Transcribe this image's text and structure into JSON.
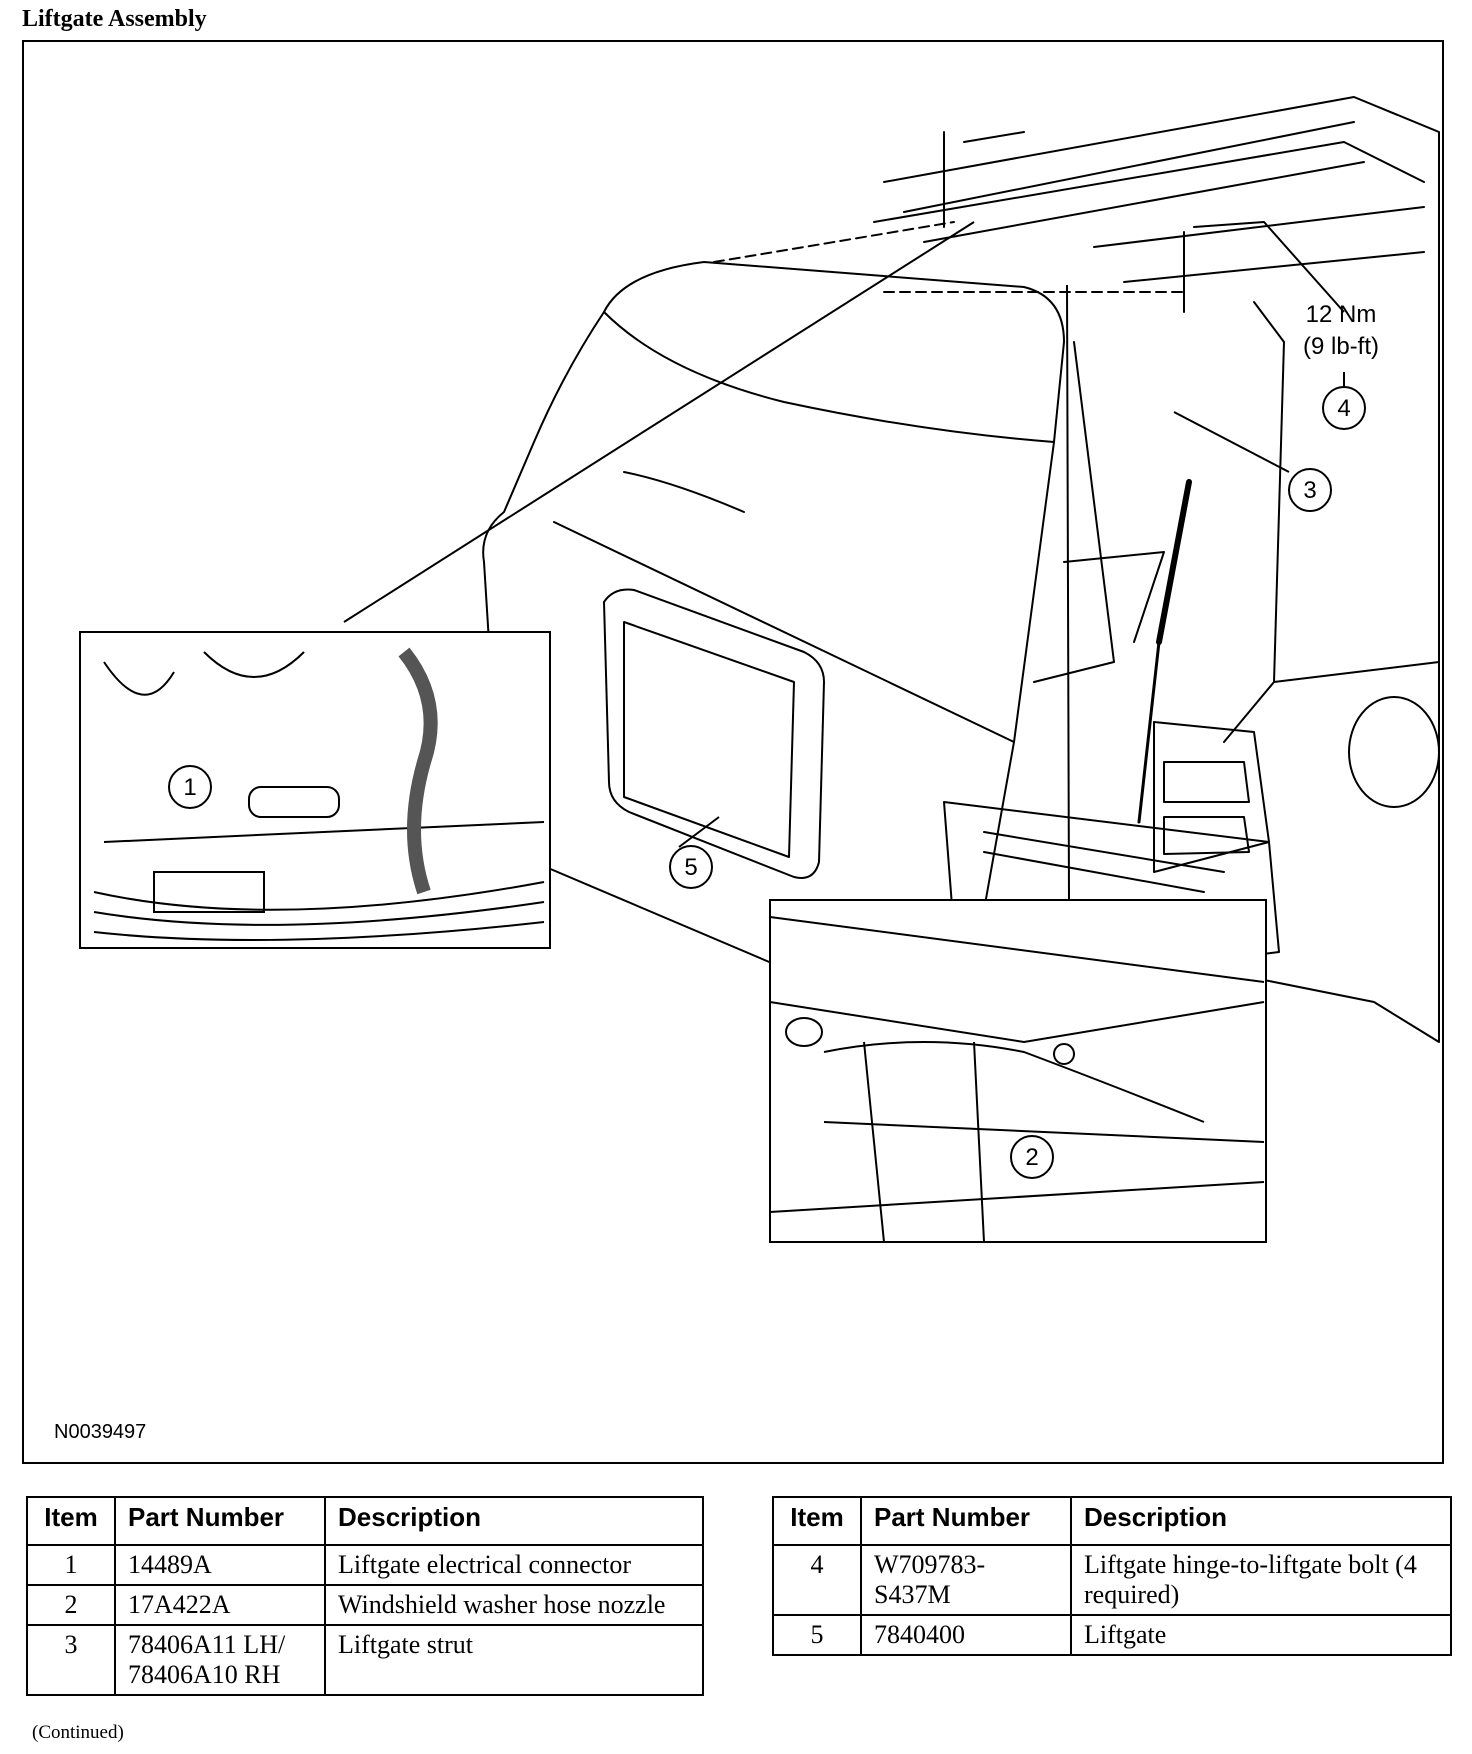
{
  "page": {
    "title": "Liftgate Assembly",
    "footer": "(Continued)"
  },
  "figure": {
    "code": "N0039497",
    "torque_value": "12 Nm",
    "torque_imperial": "(9 lb-ft)",
    "callouts": [
      "1",
      "2",
      "3",
      "4",
      "5"
    ]
  },
  "parts_table": {
    "headers": [
      "Item",
      "Part Number",
      "Description"
    ],
    "left": [
      {
        "item": "1",
        "part_number": "14489A",
        "description": "Liftgate electrical connector"
      },
      {
        "item": "2",
        "part_number": "17A422A",
        "description": "Windshield washer hose nozzle"
      },
      {
        "item": "3",
        "part_number": "78406A11 LH/\n78406A10 RH",
        "description": "Liftgate strut"
      }
    ],
    "right": [
      {
        "item": "4",
        "part_number": "W709783-\nS437M",
        "description": "Liftgate hinge-to-liftgate bolt (4 required)"
      },
      {
        "item": "5",
        "part_number": "7840400",
        "description": "Liftgate"
      }
    ]
  }
}
